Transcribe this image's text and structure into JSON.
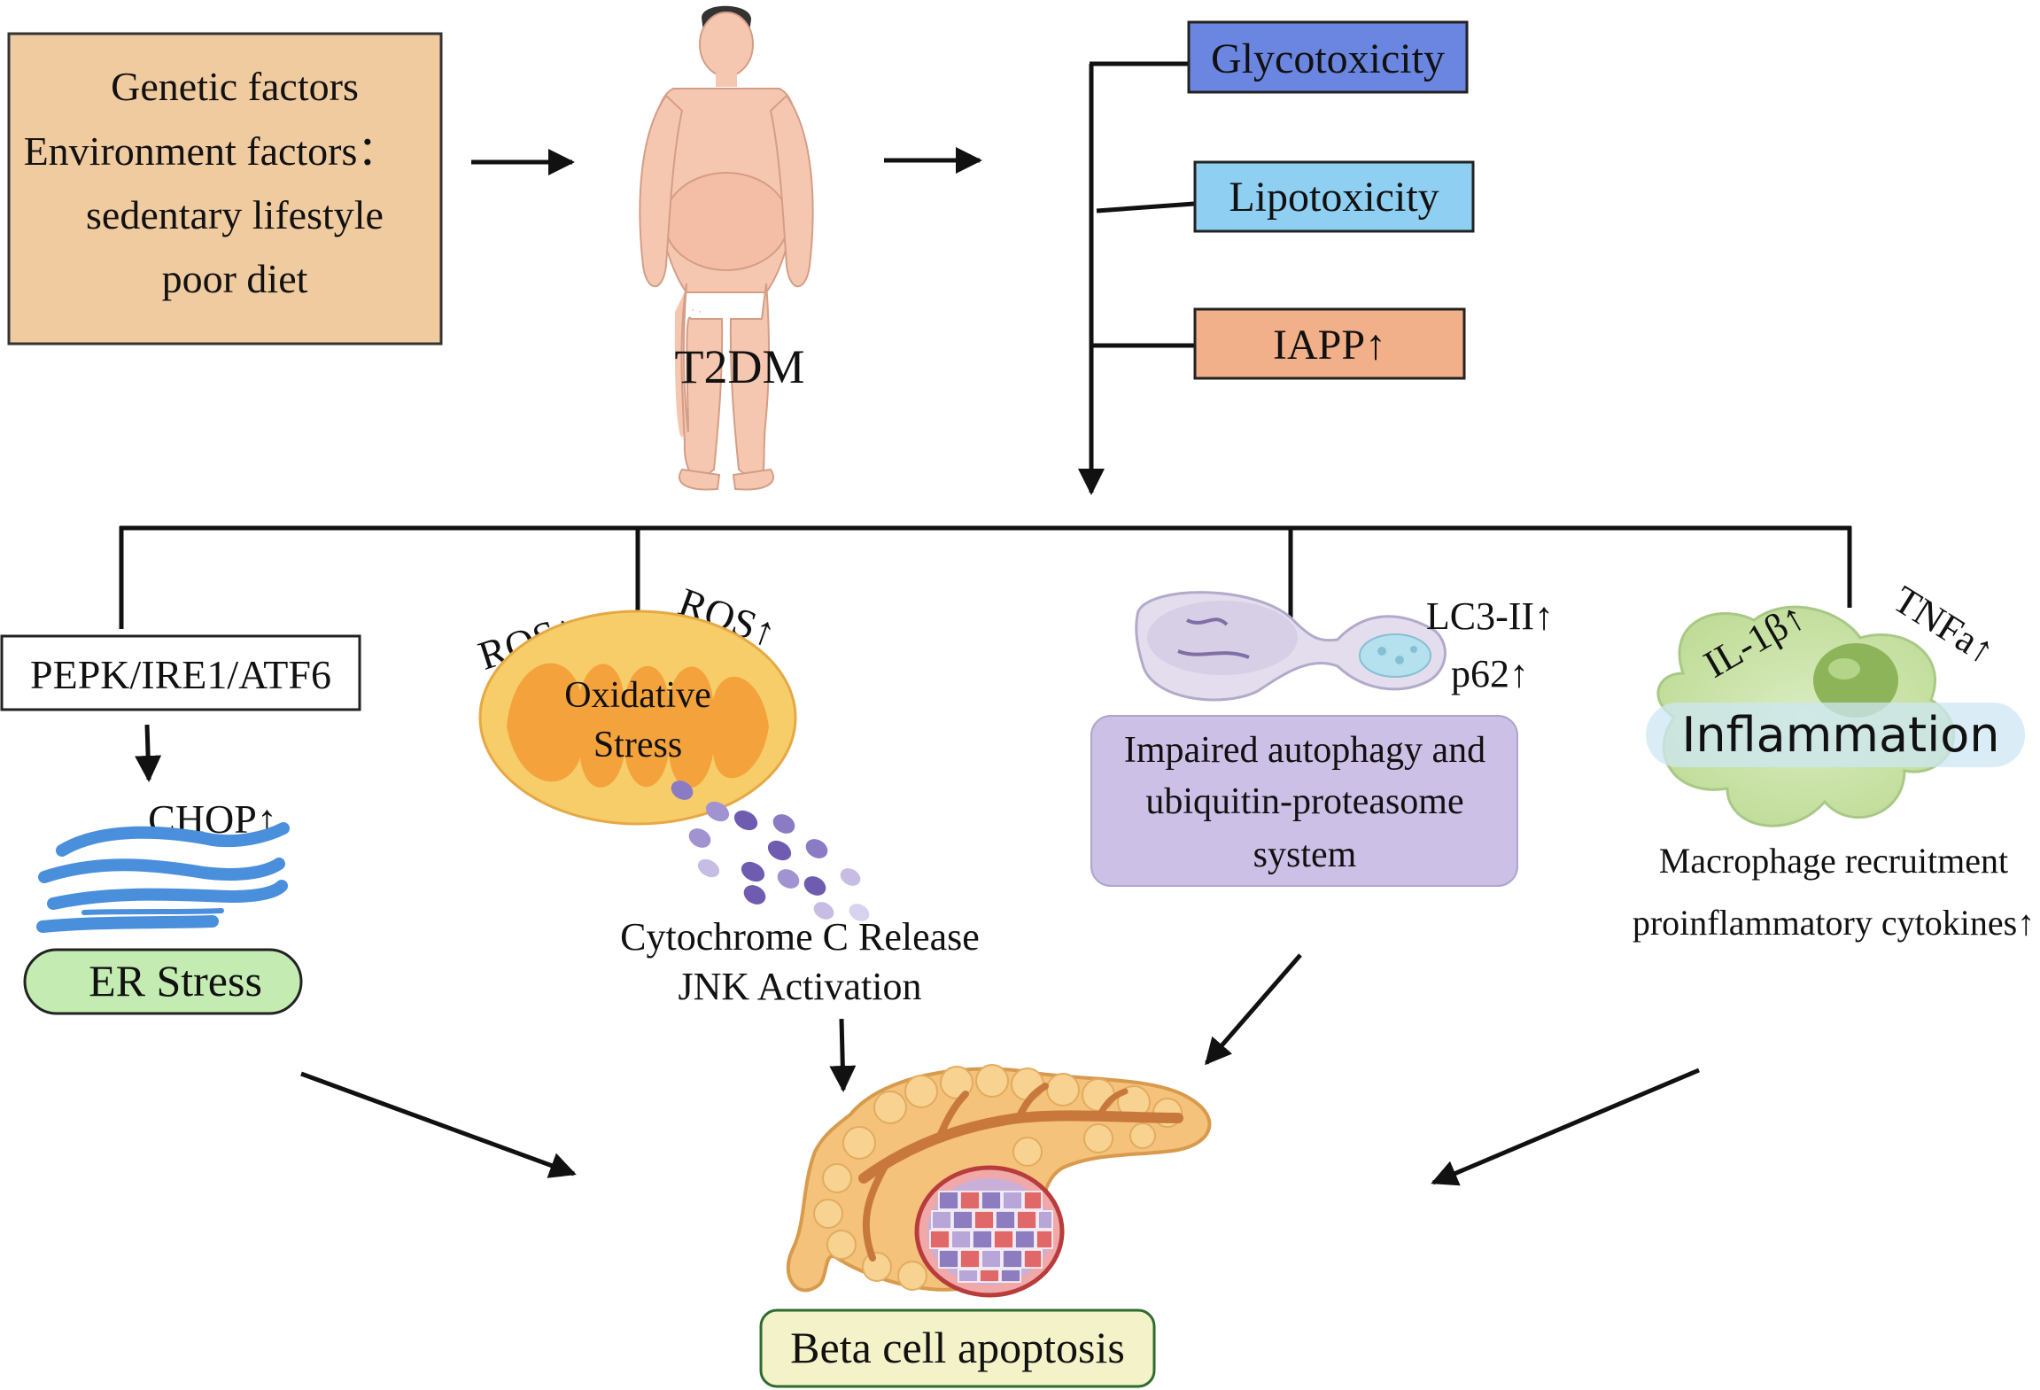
{
  "factors": {
    "lines": [
      "Genetic factors",
      "Environment factors：",
      "sedentary lifestyle",
      "poor diet"
    ]
  },
  "t2dm_label": "T2DM",
  "toxicities": {
    "glyco": "Glycotoxicity",
    "lipo": "Lipotoxicity",
    "iapp": "IAPP↑"
  },
  "er_branch": {
    "pathway": "PEPK/IRE1/ATF6",
    "chop": "CHOP↑",
    "stress": "ER Stress"
  },
  "oxidative_branch": {
    "ros_left": "ROS↑",
    "ros_right": "ROS↑",
    "mito_line1": "Oxidative",
    "mito_line2": "Stress",
    "release_line1": "Cytochrome C Release",
    "release_line2": "JNK Activation"
  },
  "autophagy_branch": {
    "lc3": "LC3-II↑",
    "p62": "p62↑",
    "box_line1": "Impaired autophagy and",
    "box_line2": "ubiquitin-proteasome",
    "box_line3": "system"
  },
  "inflammation_branch": {
    "il1b": "IL-1β↑",
    "tnfa": "TNFa↑",
    "title": "Inflammation",
    "line1": "Macrophage recruitment",
    "line2": "proinflammatory cytokines↑"
  },
  "outcome": "Beta cell apoptosis",
  "colors": {
    "factors_box": "#f0cba0",
    "glyco": "#6b86e0",
    "lipo": "#8ecff2",
    "iapp": "#f2b08a",
    "er_pill": "#c4ecb2",
    "autophagy_box": "#cdc0e6",
    "outcome_box": "#f3f2c8",
    "mito_outer": "#f6cd68",
    "mito_inner": "#f4a23c",
    "pancreas": "#f4c27a",
    "er_membrane": "#4a8fdc"
  }
}
